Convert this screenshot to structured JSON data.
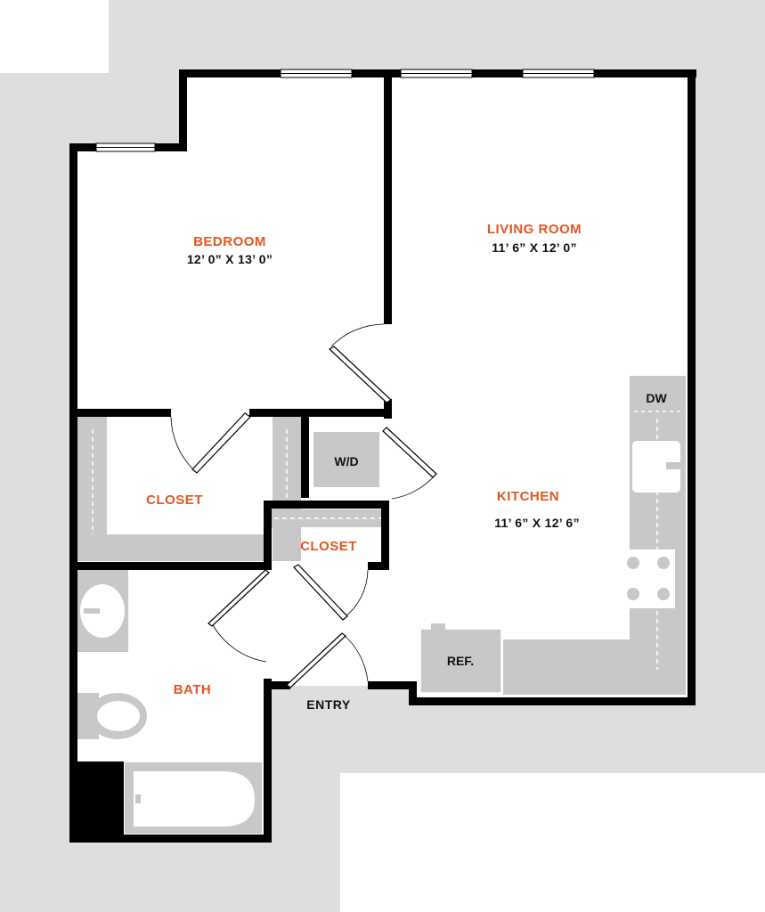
{
  "colors": {
    "background": "#dedede",
    "floor": "#ffffff",
    "wall": "#000000",
    "fixture": "#c8c8c8",
    "room_name": "#e2561f",
    "text": "#111111"
  },
  "rooms": {
    "bedroom": {
      "name": "BEDROOM",
      "dims": "12’ 0” X 13’ 0”"
    },
    "living": {
      "name": "LIVING ROOM",
      "dims": "11’ 6” X 12’ 0”"
    },
    "kitchen": {
      "name": "KITCHEN",
      "dims": "11’ 6” X 12’ 6”"
    },
    "closet_1": {
      "name": "CLOSET"
    },
    "closet_2": {
      "name": "CLOSET"
    },
    "bath": {
      "name": "BATH"
    }
  },
  "fixtures": {
    "washer_dryer": "W/D",
    "dishwasher": "DW",
    "refrigerator": "REF."
  },
  "entry": "ENTRY"
}
